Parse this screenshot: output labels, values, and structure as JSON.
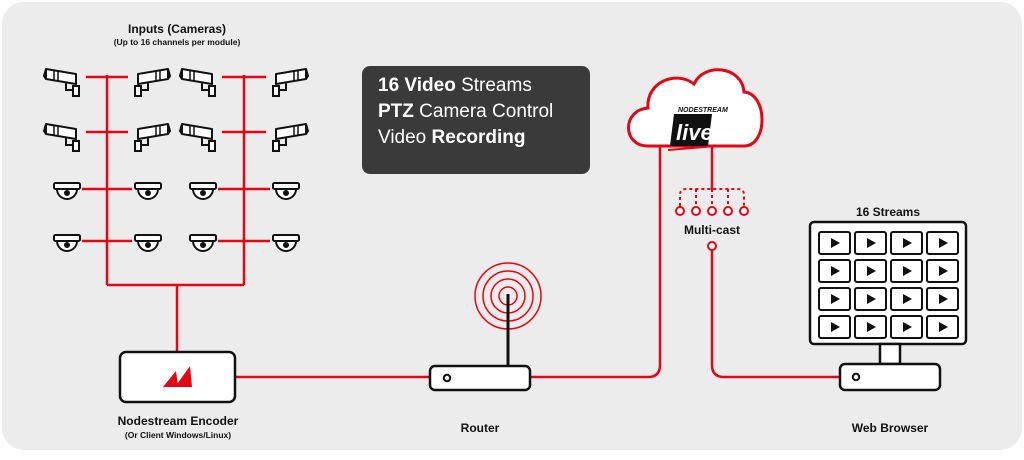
{
  "inputs": {
    "title": "Inputs (Cameras)",
    "subtitle": "(Up to 16 channels per module)"
  },
  "features": {
    "line1_bold": "16 Video",
    "line1_rest": " Streams",
    "line2_bold": "PTZ",
    "line2_rest": " Camera Control",
    "line3_rest": "Video ",
    "line3_bold": "Recording"
  },
  "cloud": {
    "logo_top": "NODESTREAM",
    "logo_main": "live"
  },
  "multicast": {
    "label": "Multi-cast"
  },
  "browser": {
    "streams_label": "16 Streams",
    "label": "Web Browser"
  },
  "encoder": {
    "label": "Nodestream Encoder",
    "sublabel": "(Or Client Windows/Linux)"
  },
  "router": {
    "label": "Router"
  },
  "colors": {
    "accent": "#e30613",
    "panel": "#ececec",
    "dark": "#3a3a3a"
  }
}
